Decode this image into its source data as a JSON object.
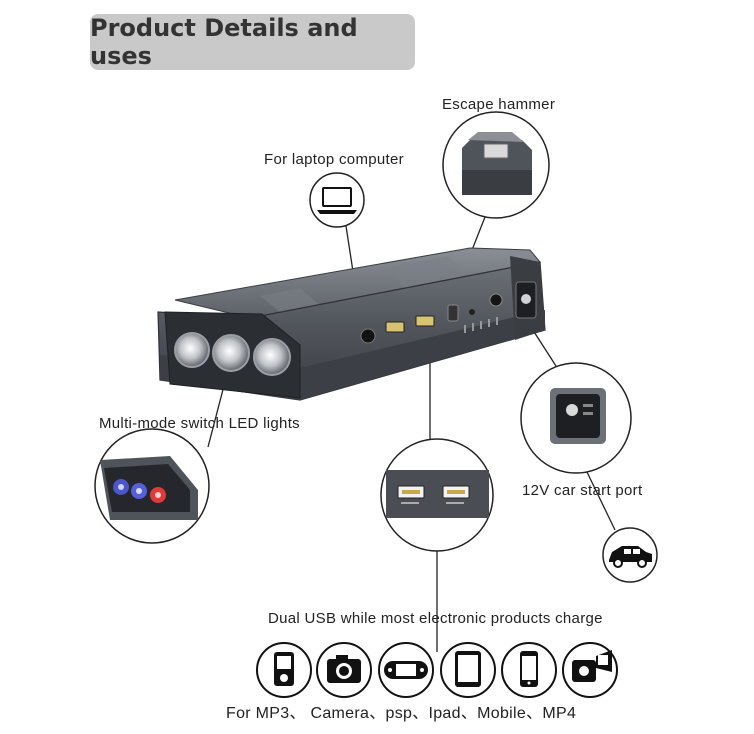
{
  "header": {
    "title": "Product Details and uses"
  },
  "callouts": {
    "escape_hammer": "Escape hammer",
    "laptop": "For laptop computer",
    "led_lights": "Multi-mode switch LED lights",
    "car_start": "12V car start port",
    "dual_usb": "Dual USB while most electronic products charge",
    "devices": "For MP3、 Camera、psp、Ipad、Mobile、MP4"
  },
  "device_icons": [
    "mp3-player-icon",
    "camera-icon",
    "psp-icon",
    "tablet-icon",
    "mobile-phone-icon",
    "camcorder-icon"
  ],
  "colors": {
    "title_bg": "#c9c9c9",
    "device_body": "#5b5f66",
    "device_dark": "#2b2e33",
    "accent_red": "#e23a3a",
    "accent_blue": "#4b56c9"
  }
}
